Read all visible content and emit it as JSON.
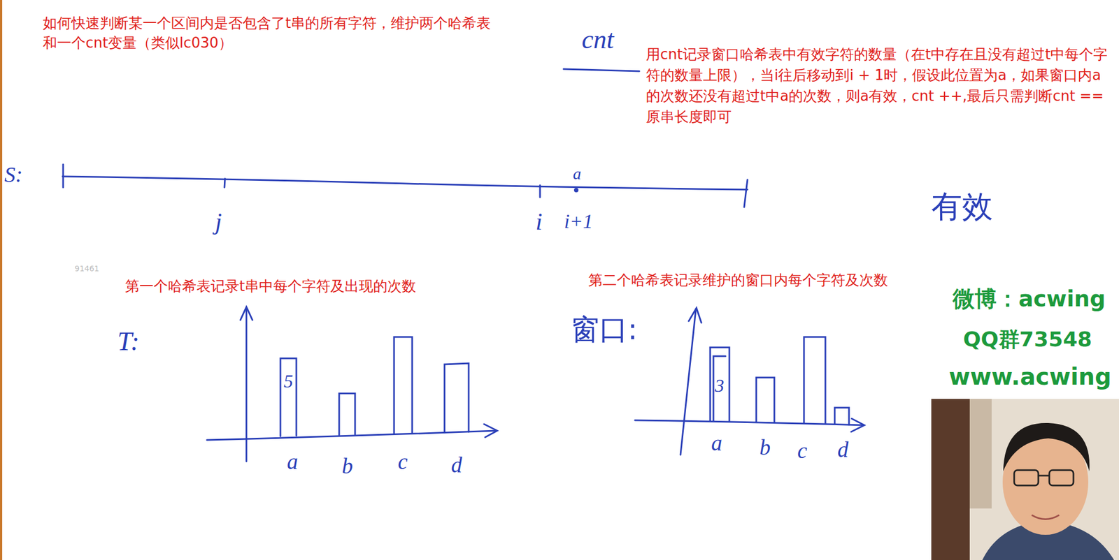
{
  "diagram": {
    "labels": [
      "如何快速判断某一个区间内是否包含了t串的所有字符，维护两个哈希表和一个cnt变量（类似lc030）",
      "cnt",
      "用cnt记录窗口哈希表中有效字符的数量（在t中存在且没有超过t中每个字符的数量上限），当i往后移动到i + 1时，假设此位置为a，如果窗口内a的次数还没有超过t中a的次数，则a有效，cnt ++,最后只需判断cnt == 原串长度即可",
      "S:",
      "j",
      "i",
      "a",
      "i+1",
      "有效",
      "91461",
      "第一个哈希表记录t串中每个字符及出现的次数",
      "第二个哈希表记录维护的窗口内每个字符及次数",
      "T:",
      "5",
      "a",
      "b",
      "c",
      "d",
      "窗口:",
      "3",
      "a",
      "b",
      "c",
      "d",
      "微博：acwing",
      "QQ群73548",
      "www.acwing"
    ]
  }
}
